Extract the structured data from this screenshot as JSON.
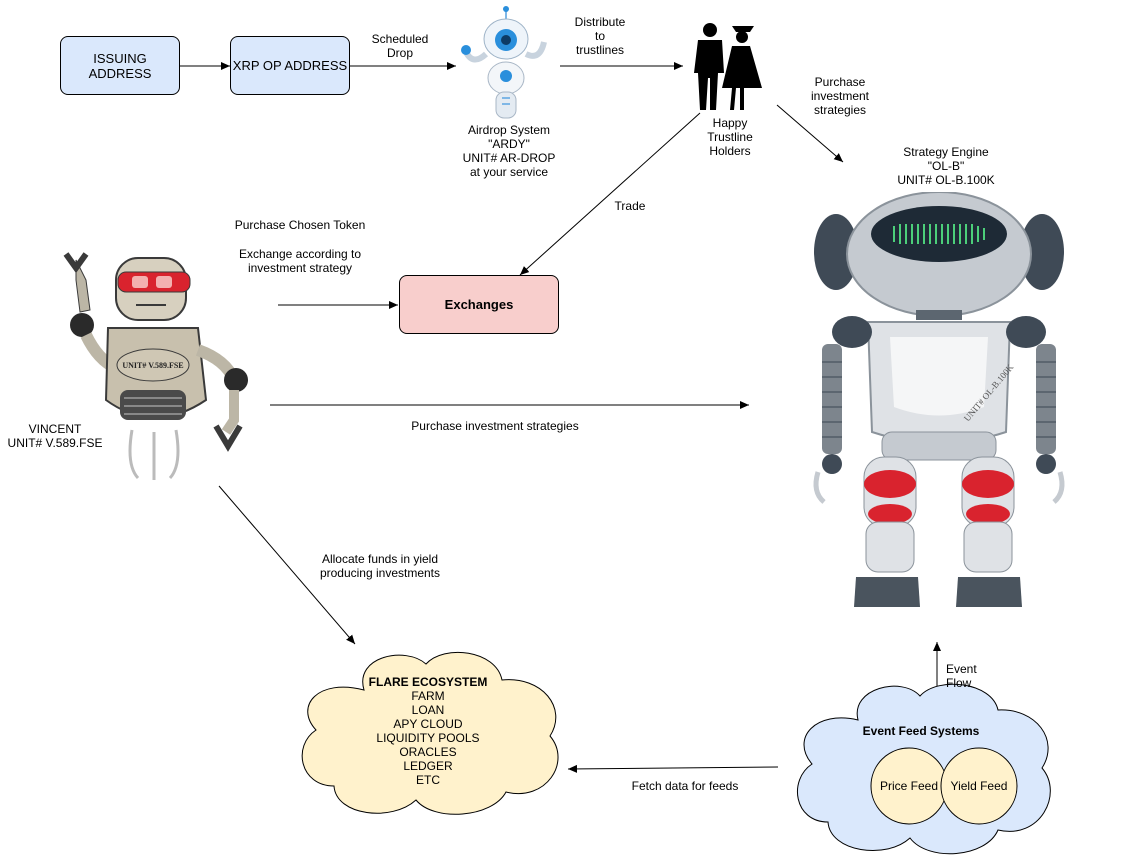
{
  "nodes": {
    "issuing": "ISSUING ADDRESS",
    "xrp_op": "XRP OP ADDRESS",
    "exchanges": "Exchanges",
    "airdrop": [
      "Airdrop System",
      "\"ARDY\"",
      "UNIT# AR-DROP",
      "at your service"
    ],
    "holders": [
      "Happy",
      "Trustline",
      "Holders"
    ],
    "strategy": [
      "Strategy Engine",
      "\"OL-B\"",
      "UNIT# OL-B.100K"
    ],
    "vincent": [
      "VINCENT",
      "UNIT# V.589.FSE"
    ],
    "flare_title": "FLARE ECOSYSTEM",
    "flare_items": [
      "FARM",
      "LOAN",
      "APY CLOUD",
      "LIQUIDITY POOLS",
      "ORACLES",
      "LEDGER",
      "ETC"
    ],
    "event_feed_title": "Event Feed Systems",
    "price_feed": "Price Feed",
    "yield_feed": "Yield Feed",
    "vincent_chest": "UNIT# V.589.FSE",
    "olb_body": "UNIT# OL-B.100K"
  },
  "edges": {
    "scheduled_drop": [
      "Scheduled",
      "Drop"
    ],
    "distribute": [
      "Distribute",
      "to",
      "trustlines"
    ],
    "purchase_strat_top": [
      "Purchase",
      "investment",
      "strategies"
    ],
    "trade": "Trade",
    "purchase_token": "Purchase Chosen Token",
    "exchange_according": [
      "Exchange according to",
      "investment strategy"
    ],
    "purchase_strat_mid": "Purchase investment strategies",
    "allocate": [
      "Allocate funds  in yield",
      "producing investments"
    ],
    "event_flow": [
      "Event",
      "Flow"
    ],
    "fetch_data": "Fetch data for feeds"
  },
  "colors": {
    "box_blue": "#dae8fc",
    "box_pink": "#f8cecc",
    "cloud_yellow": "#fff2cc",
    "cloud_blue": "#dae8fc",
    "feed_circle": "#fff2cc"
  }
}
